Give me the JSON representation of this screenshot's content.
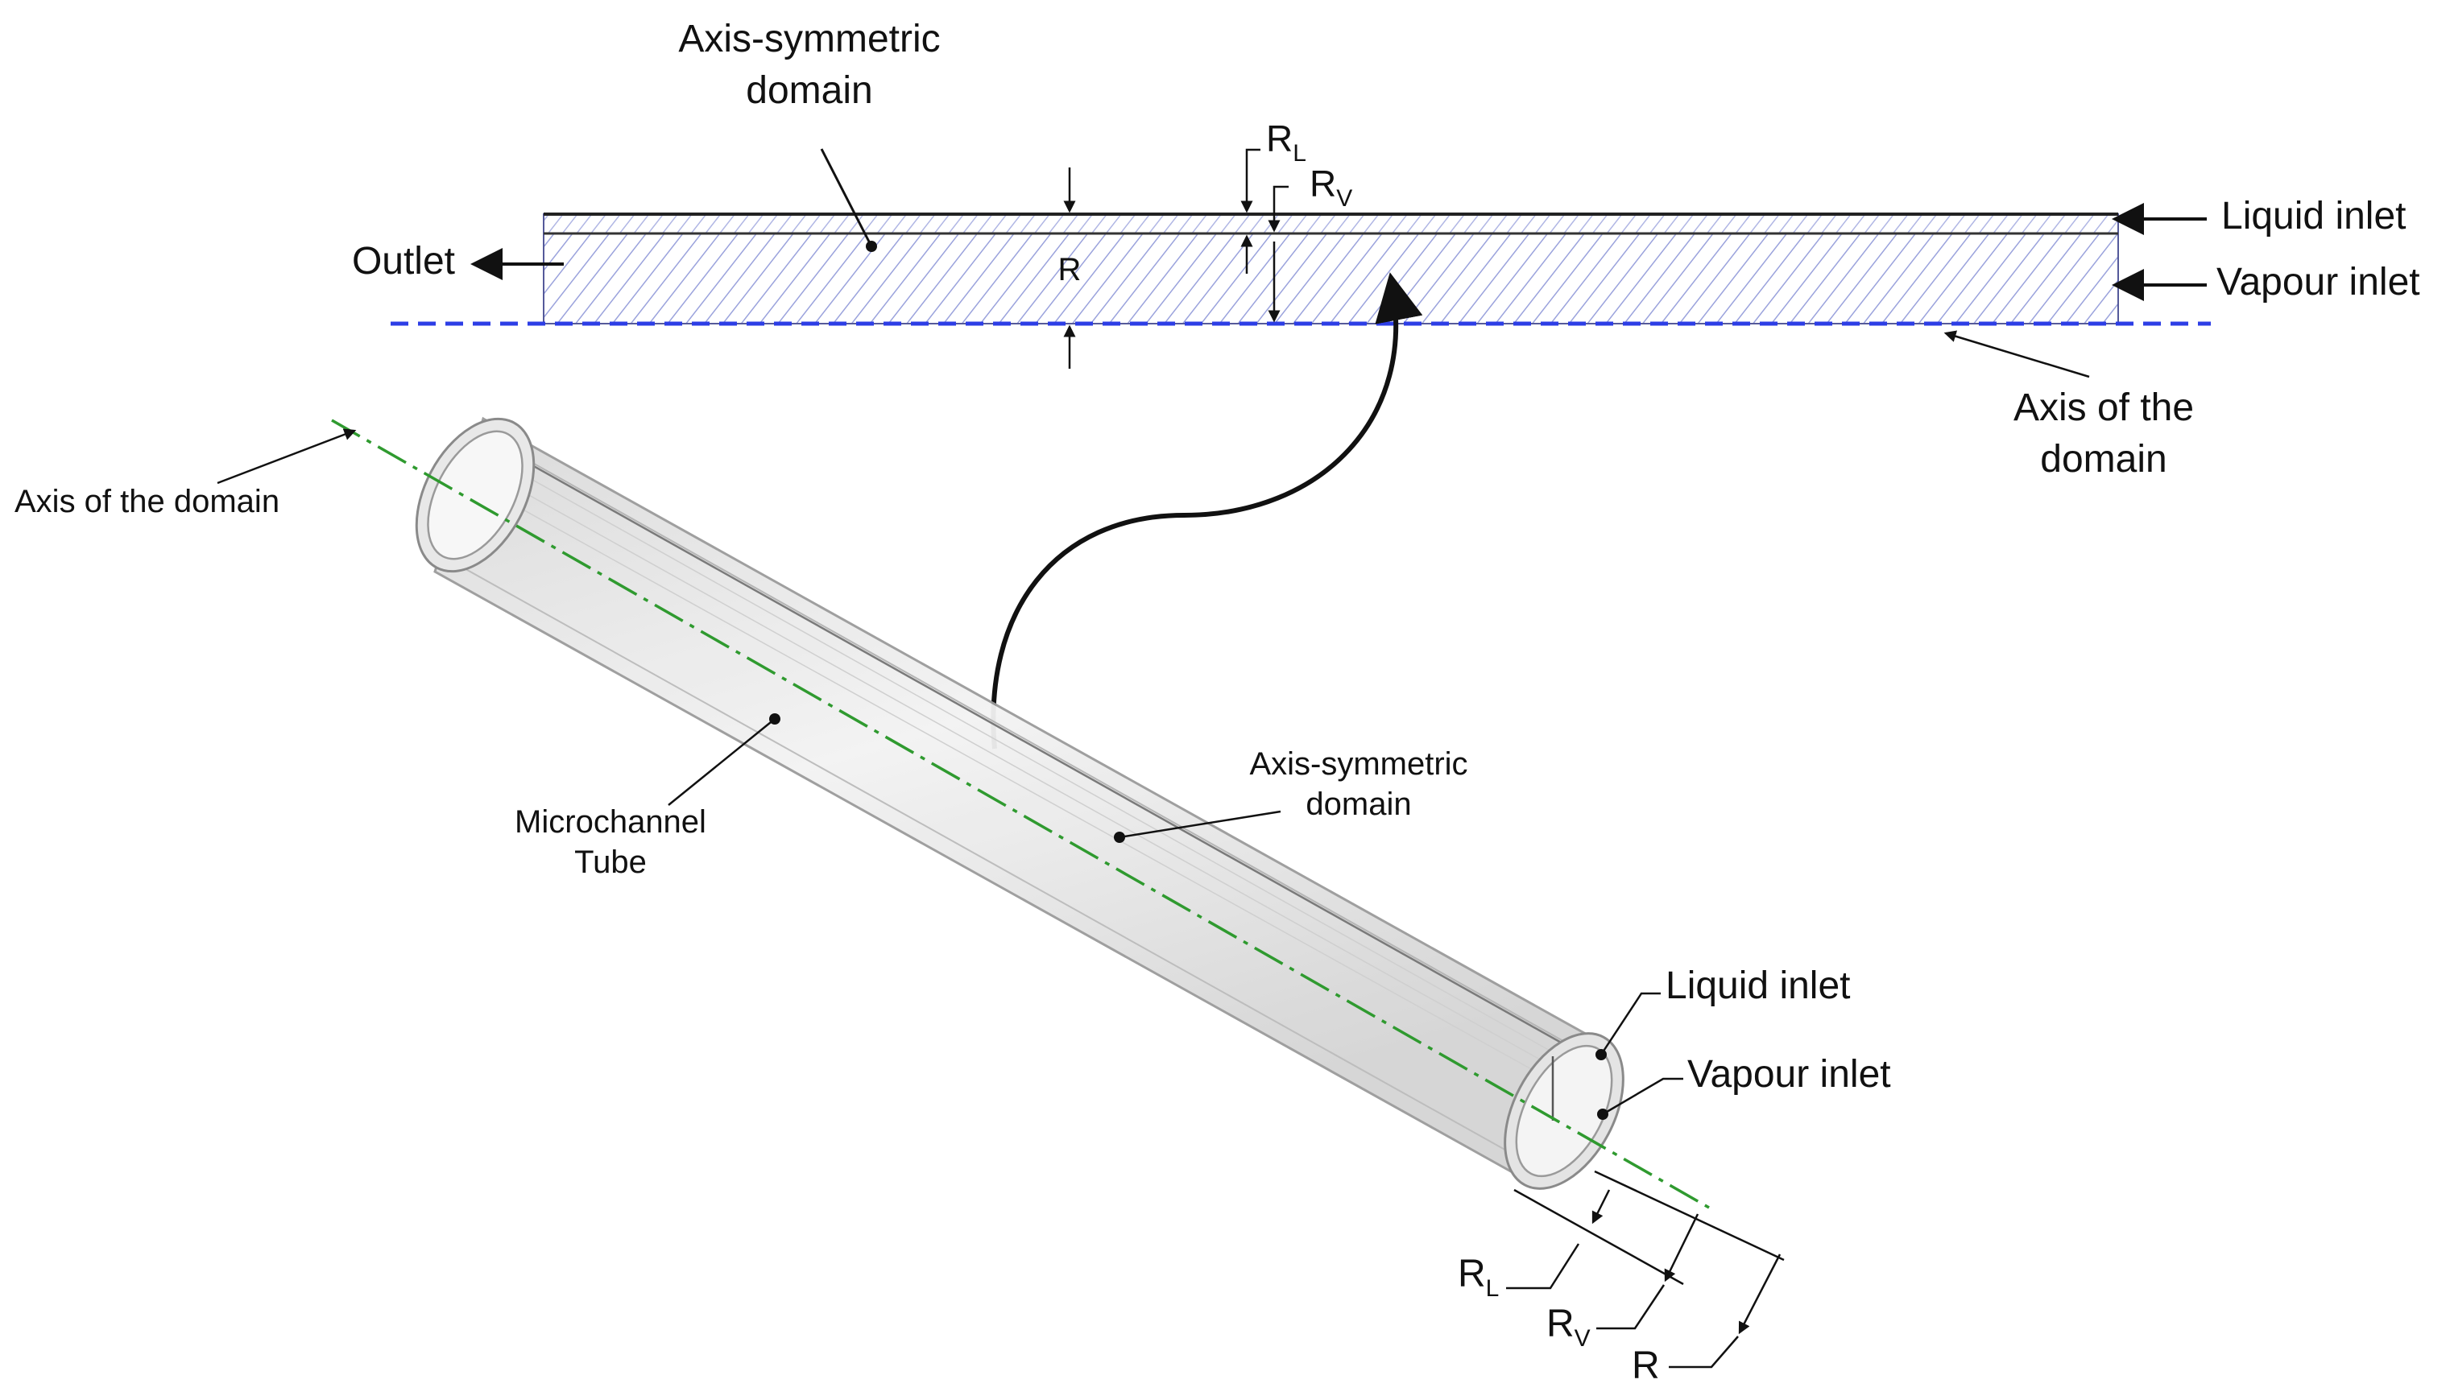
{
  "colors": {
    "hatch": "#8f98d6",
    "axis_top": "#2d3ee6",
    "axis_tube": "#2f9a2f",
    "tube_fill": "#e6e6e6",
    "line": "#111111"
  },
  "top_view": {
    "domain_label": [
      "Axis-symmetric",
      "domain"
    ],
    "outlet_label": "Outlet",
    "radius_label": "R",
    "rl": {
      "main": "R",
      "sub": "L"
    },
    "rv": {
      "main": "R",
      "sub": "V"
    },
    "liquid_inlet_label": "Liquid inlet",
    "vapour_inlet_label": "Vapour inlet",
    "axis_label": [
      "Axis of the",
      "domain"
    ]
  },
  "tube_view": {
    "axis_label": "Axis of the domain",
    "tube_label": [
      "Microchannel",
      "Tube"
    ],
    "domain_label": [
      "Axis-symmetric",
      "domain"
    ],
    "liquid_inlet_label": "Liquid inlet",
    "vapour_inlet_label": "Vapour inlet",
    "rl": {
      "main": "R",
      "sub": "L"
    },
    "rv": {
      "main": "R",
      "sub": "V"
    },
    "r_label": "R"
  }
}
